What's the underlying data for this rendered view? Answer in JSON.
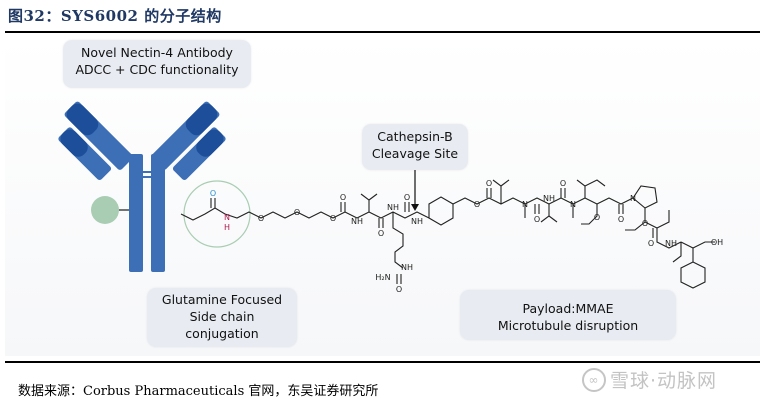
{
  "header": {
    "title": "图32：SYS6002 的分子结构"
  },
  "callouts": {
    "antibody": {
      "line1": "Novel Nectin-4 Antibody",
      "line2": "ADCC + CDC functionality"
    },
    "cleavage": {
      "line1": "Cathepsin-B",
      "line2": "Cleavage Site"
    },
    "conjugation": {
      "line1": "Glutamine Focused",
      "line2": "Side chain",
      "line3": "conjugation"
    },
    "payload": {
      "line1": "Payload:MMAE",
      "line2": "Microtubule disruption"
    }
  },
  "atoms": {
    "O": "O",
    "N": "N",
    "H": "H",
    "NH": "NH",
    "H2N": "H₂N",
    "OH": "OH"
  },
  "colors": {
    "antibody_light": "#3d6fb6",
    "antibody_dark": "#1d4e9a",
    "glycan": "#a9cdb2",
    "amide_o": "#2a8fd0",
    "amide_nh": "#b0164f",
    "title": "#1f3864"
  },
  "footer": {
    "source": "数据来源：Corbus Pharmaceuticals 官网，东吴证券研究所"
  },
  "watermark": {
    "text": "雪球·动脉网"
  }
}
